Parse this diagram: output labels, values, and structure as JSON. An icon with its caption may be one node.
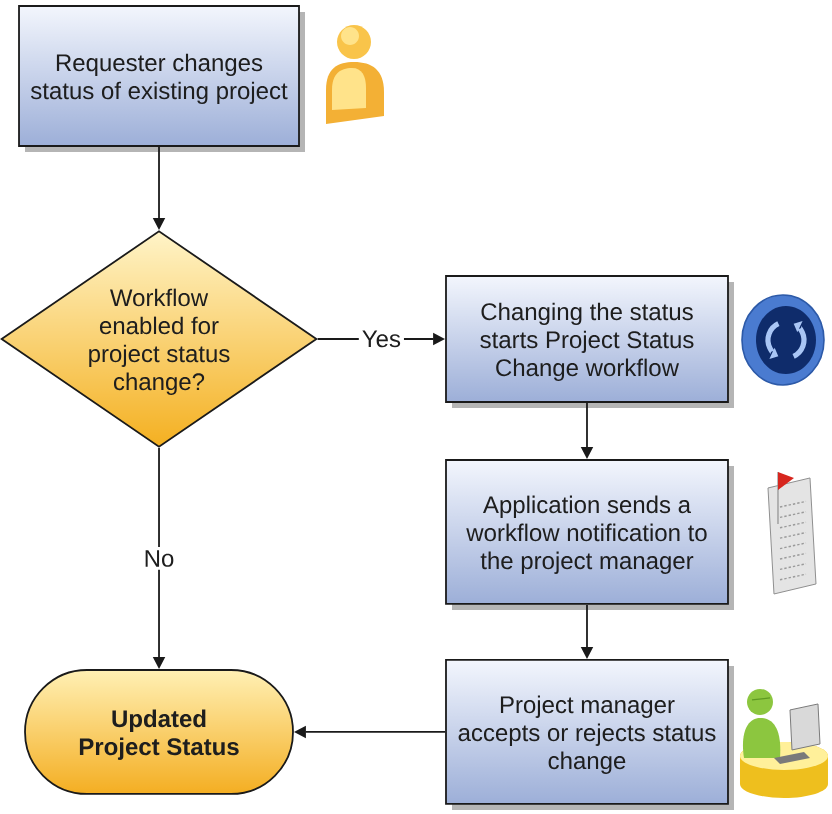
{
  "diagram": {
    "nodes": [
      {
        "text": [
          "Requester changes status of existing project"
        ]
      },
      {
        "text": [
          "Workflow enabled for project status change?"
        ]
      },
      {
        "text": [
          "Changing the status starts Project Status Change workflow"
        ]
      },
      {
        "text": [
          "Application sends a workflow notification to the project manager"
        ]
      },
      {
        "text": [
          "Project manager accepts or rejects status change"
        ]
      },
      {
        "text": [
          "Updated Project Status"
        ]
      }
    ],
    "edges": [
      {
        "from": 0,
        "to": 1,
        "arrow": "to"
      },
      {
        "from": 1,
        "to": 2,
        "arrow": "to",
        "label": "Yes"
      },
      {
        "from": 2,
        "to": 3,
        "arrow": "to"
      },
      {
        "from": 3,
        "to": 4,
        "arrow": "to"
      },
      {
        "from": 4,
        "to": 5,
        "arrow": "to"
      },
      {
        "from": 1,
        "to": 5,
        "arrow": "to",
        "label": "No"
      }
    ]
  }
}
